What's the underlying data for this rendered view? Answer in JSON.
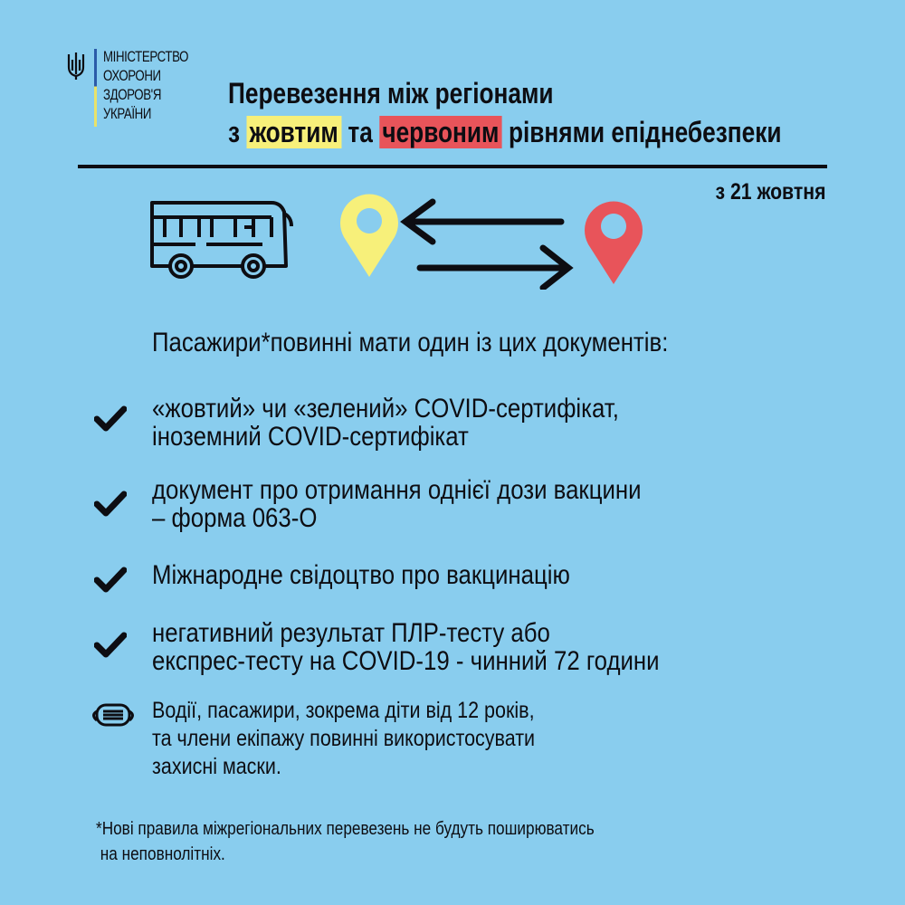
{
  "logo": {
    "icon": "trident-icon",
    "text": "МІНІСТЕРСТВО\nОХОРОНИ\nЗДОРОВ'Я\nУКРАЇНИ"
  },
  "title": {
    "line1": "Перевезення між регіонами",
    "line2_prefix": "з",
    "highlight_yellow": "жовтим",
    "line2_middle": "та",
    "highlight_red": "червоним",
    "line2_suffix": "рівнями епіднебезпеки"
  },
  "date": "з 21 жовтня",
  "icons": [
    "bus-icon",
    "yellow-location-pin-icon",
    "left-arrow-icon",
    "right-arrow-icon",
    "red-location-pin-icon"
  ],
  "colors": {
    "background": "#89CDEE",
    "yellow": "#F7F07A",
    "red": "#E8545A",
    "text": "#0d0d12"
  },
  "intro": "Пасажири*повинні мати один із цих документів:",
  "documents": [
    {
      "icon": "check-icon",
      "text": "«жовтий» чи «зелений» COVID-сертифікат,\nіноземний COVID-сертифікат"
    },
    {
      "icon": "check-icon",
      "text": "документ про отримання однієї дози вакцини\n– форма 063-О"
    },
    {
      "icon": "check-icon",
      "text": "Міжнародне свідоцтво про вакцинацію"
    },
    {
      "icon": "check-icon",
      "text": "негативний результат ПЛР-тесту або\nекспрес-тесту на COVID-19 - чинний 72 години"
    }
  ],
  "mask_note": {
    "icon": "face-mask-icon",
    "text": "Водії, пасажири, зокрема діти від 12 років,\nта члени екіпажу повинні використосувати\nзахисні маски."
  },
  "footnote": "*Нові правила міжрегіональних перевезень не будуть поширюватись\n на неповнолітніх."
}
